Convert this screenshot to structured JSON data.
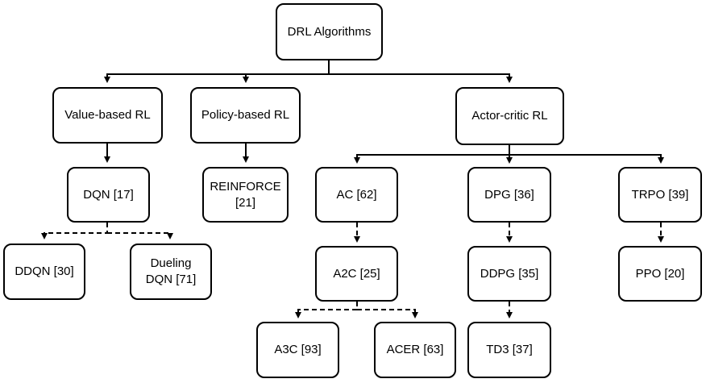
{
  "diagram": {
    "root": "DRL Algorithms",
    "categories": {
      "value_based": "Value-based RL",
      "policy_based": "Policy-based RL",
      "actor_critic": "Actor-critic RL"
    },
    "algorithms": {
      "dqn": "DQN [17]",
      "reinforce": "REINFORCE\n[21]",
      "ddqn": "DDQN [30]",
      "dueling_dqn": "Dueling\nDQN [71]",
      "ac": "AC [62]",
      "dpg": "DPG [36]",
      "trpo": "TRPO [39]",
      "a2c": "A2C [25]",
      "ddpg": "DDPG [35]",
      "ppo": "PPO [20]",
      "a3c": "A3C [93]",
      "acer": "ACER [63]",
      "td3": "TD3 [37]"
    },
    "edges": [
      {
        "from": "root",
        "to": "value_based",
        "style": "solid"
      },
      {
        "from": "root",
        "to": "policy_based",
        "style": "solid"
      },
      {
        "from": "root",
        "to": "actor_critic",
        "style": "solid"
      },
      {
        "from": "value_based",
        "to": "dqn",
        "style": "solid"
      },
      {
        "from": "policy_based",
        "to": "reinforce",
        "style": "solid"
      },
      {
        "from": "actor_critic",
        "to": "ac",
        "style": "solid"
      },
      {
        "from": "actor_critic",
        "to": "dpg",
        "style": "solid"
      },
      {
        "from": "actor_critic",
        "to": "trpo",
        "style": "solid"
      },
      {
        "from": "dqn",
        "to": "ddqn",
        "style": "dashed"
      },
      {
        "from": "dqn",
        "to": "dueling_dqn",
        "style": "dashed"
      },
      {
        "from": "ac",
        "to": "a2c",
        "style": "dashed"
      },
      {
        "from": "a2c",
        "to": "a3c",
        "style": "dashed"
      },
      {
        "from": "a2c",
        "to": "acer",
        "style": "dashed"
      },
      {
        "from": "dpg",
        "to": "ddpg",
        "style": "dashed"
      },
      {
        "from": "ddpg",
        "to": "td3",
        "style": "dashed"
      },
      {
        "from": "trpo",
        "to": "ppo",
        "style": "dashed"
      }
    ]
  }
}
